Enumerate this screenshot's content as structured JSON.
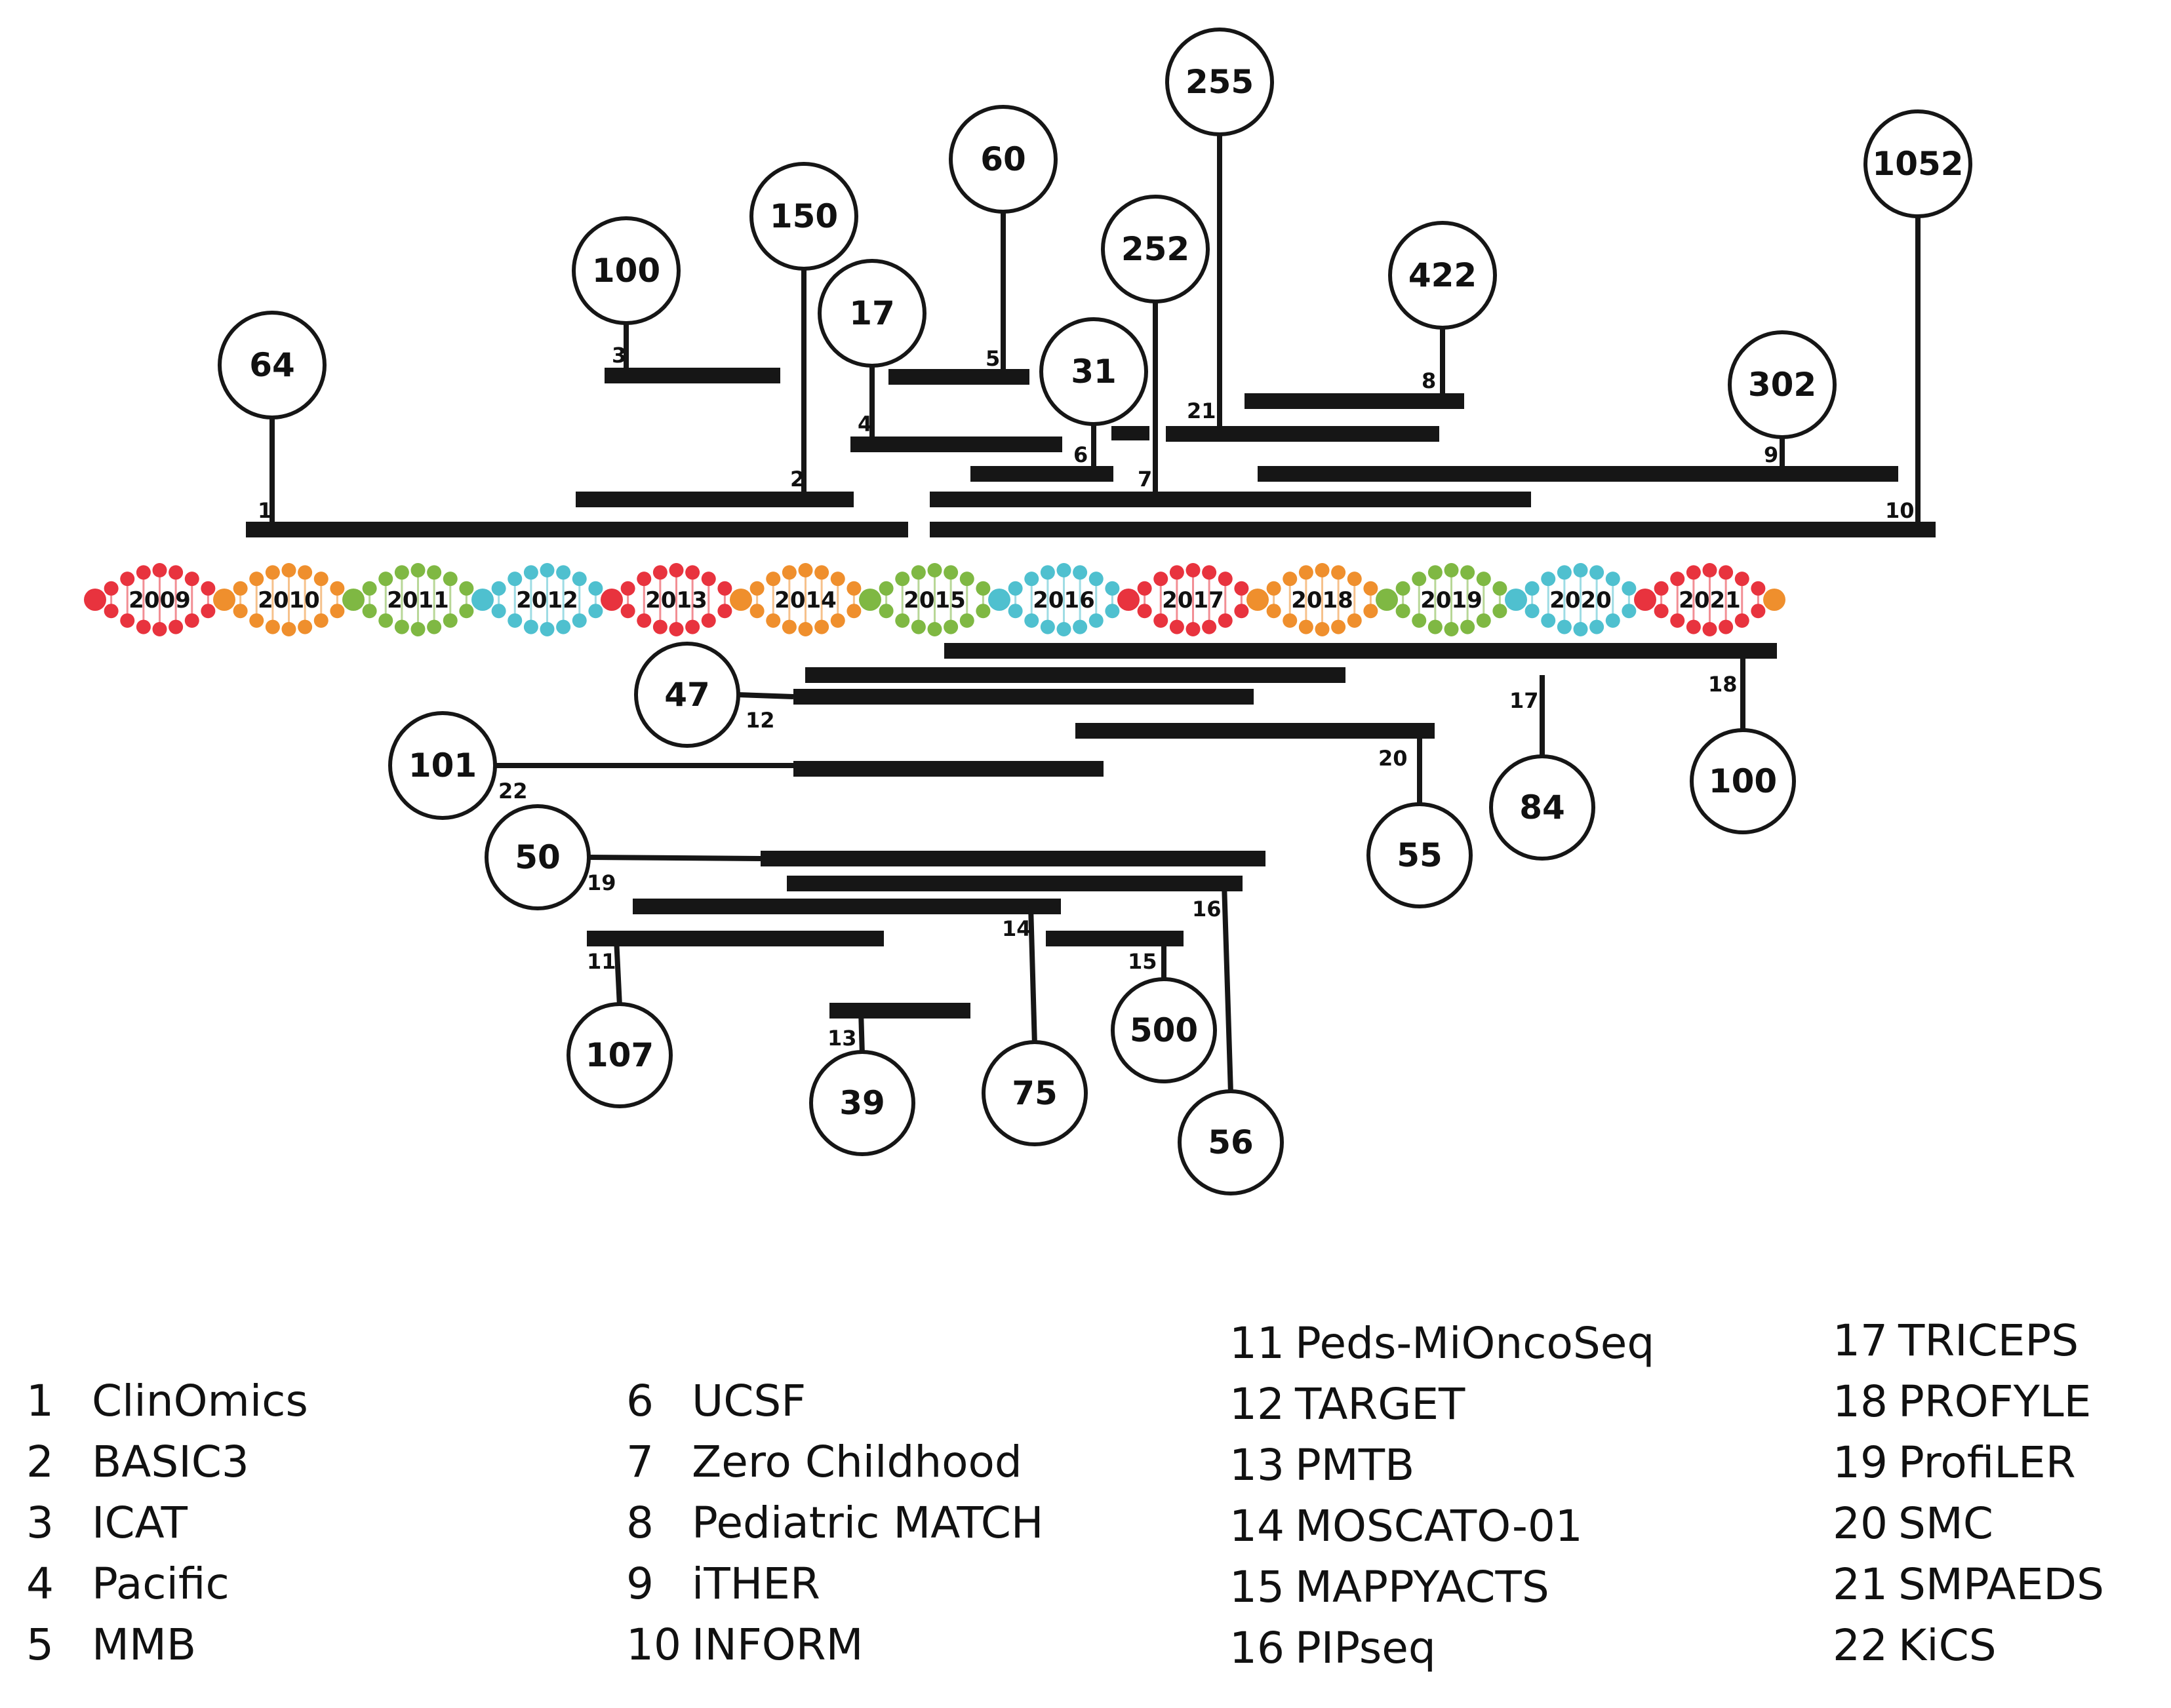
{
  "timeline": {
    "years": [
      "2009",
      "2010",
      "2011",
      "2012",
      "2013",
      "2014",
      "2015",
      "2016",
      "2017",
      "2018",
      "2019",
      "2020",
      "2021"
    ],
    "palette": [
      "#e8333e",
      "#ef8f2d",
      "#7fb843",
      "#4fc0cf"
    ]
  },
  "studies": [
    {
      "id": "1",
      "patients": "64"
    },
    {
      "id": "2",
      "patients": "150"
    },
    {
      "id": "3",
      "patients": "100"
    },
    {
      "id": "4",
      "patients": "17"
    },
    {
      "id": "5",
      "patients": "60"
    },
    {
      "id": "6",
      "patients": "31"
    },
    {
      "id": "7",
      "patients": "252"
    },
    {
      "id": "8",
      "patients": "422"
    },
    {
      "id": "9",
      "patients": "302"
    },
    {
      "id": "10",
      "patients": "1052"
    },
    {
      "id": "11",
      "patients": "107"
    },
    {
      "id": "12",
      "patients": "47"
    },
    {
      "id": "13",
      "patients": "39"
    },
    {
      "id": "14",
      "patients": "75"
    },
    {
      "id": "15",
      "patients": "500"
    },
    {
      "id": "16",
      "patients": "56"
    },
    {
      "id": "17",
      "patients": "84"
    },
    {
      "id": "18",
      "patients": "100"
    },
    {
      "id": "19",
      "patients": "50"
    },
    {
      "id": "20",
      "patients": "55"
    },
    {
      "id": "21",
      "patients": "255"
    },
    {
      "id": "22",
      "patients": "101"
    }
  ],
  "legend": [
    {
      "num": "1",
      "name": "ClinOmics"
    },
    {
      "num": "2",
      "name": "BASIC3"
    },
    {
      "num": "3",
      "name": "ICAT"
    },
    {
      "num": "4",
      "name": "Pacific"
    },
    {
      "num": "5",
      "name": "MMB"
    },
    {
      "num": "6",
      "name": "UCSF"
    },
    {
      "num": "7",
      "name": "Zero Childhood"
    },
    {
      "num": "8",
      "name": "Pediatric MATCH"
    },
    {
      "num": "9",
      "name": "iTHER"
    },
    {
      "num": "10",
      "name": "INFORM"
    },
    {
      "num": "11",
      "name": "Peds-MiOncoSeq"
    },
    {
      "num": "12",
      "name": "TARGET"
    },
    {
      "num": "13",
      "name": "PMTB"
    },
    {
      "num": "14",
      "name": "MOSCATO-01"
    },
    {
      "num": "15",
      "name": "MAPPYACTS"
    },
    {
      "num": "16",
      "name": "PIPseq"
    },
    {
      "num": "17",
      "name": "TRICEPS"
    },
    {
      "num": "18",
      "name": "PROFYLE"
    },
    {
      "num": "19",
      "name": "ProfiLER"
    },
    {
      "num": "20",
      "name": "SMC"
    },
    {
      "num": "21",
      "name": "SMPAEDS"
    },
    {
      "num": "22",
      "name": "KiCS"
    }
  ]
}
